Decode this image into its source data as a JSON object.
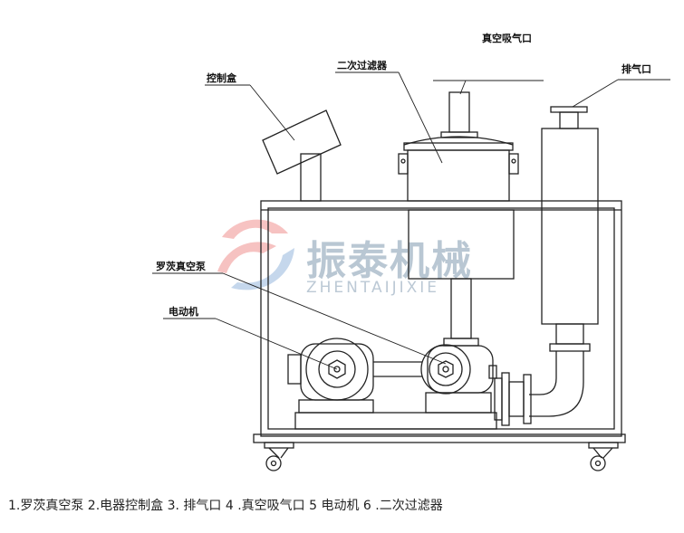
{
  "labels": {
    "vacuum_inlet": "真空吸气口",
    "secondary_filter": "二次过滤器",
    "exhaust": "排气口",
    "control_box": "控制盒",
    "roots_pump": "罗茨真空泵",
    "motor": "电动机"
  },
  "watermark": {
    "brand_cn": "振泰机械",
    "brand_en": "ZHENTAIJIXIE"
  },
  "caption": "1.罗茨真空泵  2.电器控制盒 3. 排气口  4 .真空吸气口  5 电动机  6 .二次过滤器",
  "colors": {
    "line": "#222222",
    "logo_red": "#e8544f",
    "logo_blue": "#5b8fc9",
    "watermark": "#b9c7d3"
  }
}
